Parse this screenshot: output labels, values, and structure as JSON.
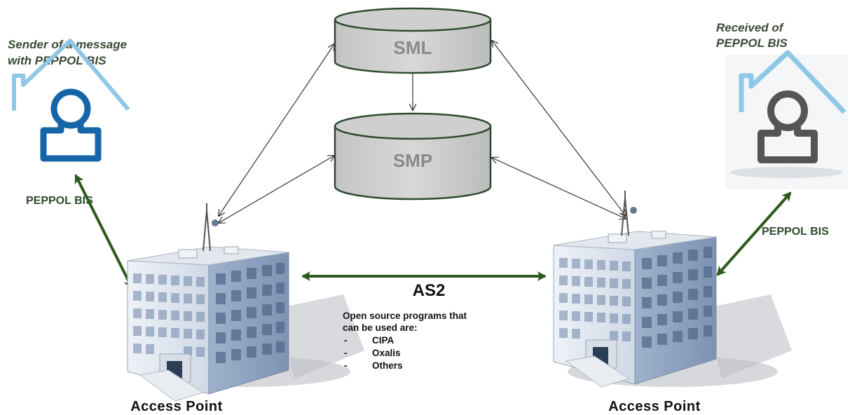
{
  "sender": {
    "line1": "Sender of a message",
    "line2": "with PEPPOL BIS",
    "link_label": "PEPPOL BIS",
    "icon": "house-user-icon",
    "color": "#1565a8"
  },
  "receiver": {
    "line1": "Received of",
    "line2": "PEPPOL BIS",
    "link_label": "PEPPOL BIS",
    "icon": "house-user-icon",
    "color": "#555555"
  },
  "databases": {
    "sml": "SML",
    "smp": "SMP",
    "fill": "#cfcfcf",
    "stroke": "#2e4a2e"
  },
  "transport": {
    "label": "AS2",
    "arrow_color": "#2e5a1e"
  },
  "note": {
    "line1": "Open source programs that",
    "line2": "can be used are:",
    "items": [
      {
        "bullet": "-",
        "text": "CIPA"
      },
      {
        "bullet": "-",
        "text": "Oxalis"
      },
      {
        "bullet": "-",
        "text": "Others"
      }
    ]
  },
  "access_points": {
    "left": "Access Point",
    "right": "Access Point"
  }
}
